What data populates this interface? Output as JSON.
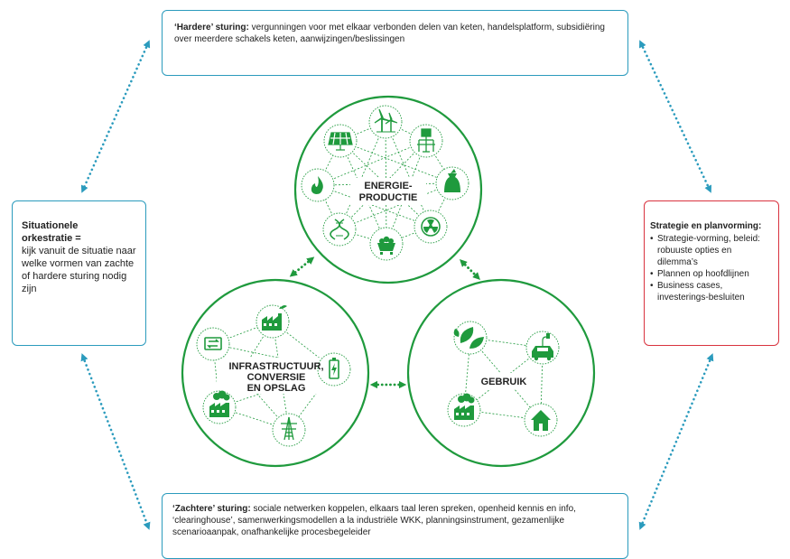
{
  "top_box": {
    "heading": "‘Hardere’ sturing:",
    "text": " vergunningen voor met elkaar verbonden delen van keten, handelsplatform, subsidiëring over meerdere schakels keten, aanwijzingen/beslissingen"
  },
  "bottom_box": {
    "heading": "‘Zachtere’ sturing:",
    "text": " sociale netwerken koppelen, elkaars taal leren spreken, openheid kennis en info, ‘clearinghouse’, samenwerkingsmodellen a la industriële WKK, planningsinstrument, gezamenlijke scenarioaanpak, onafhankelijke procesbegeleider"
  },
  "left_box": {
    "title_line1": "Situationele",
    "title_line2": "orkestratie =",
    "text": "kijk vanuit de situatie naar welke vormen van zachte of hardere sturing nodig zijn"
  },
  "right_box": {
    "title": "Strategie en planvorming:",
    "items": [
      "Strategie-vorming, beleid: robuuste opties en dilemma’s",
      "Plannen op hoofdlijnen",
      "Business cases, investerings-besluiten"
    ]
  },
  "circles": {
    "energy": {
      "label_line1": "ENERGIE-",
      "label_line2": "PRODUCTIE",
      "icons": [
        "wind-turbine-icon",
        "power-pylon-icon",
        "biomass-sack-icon",
        "nuclear-icon",
        "coal-cart-icon",
        "dna-icon",
        "flame-icon",
        "solar-panel-icon"
      ]
    },
    "infra": {
      "label_line1": "INFRASTRUCTUUR,",
      "label_line2": "CONVERSIE",
      "label_line3": "EN OPSLAG",
      "icons": [
        "factory-icon",
        "battery-icon",
        "power-pylon-icon",
        "factory-icon",
        "conversion-icon"
      ]
    },
    "usage": {
      "label": "GEBRUIK",
      "icons": [
        "leaves-icon",
        "electric-car-icon",
        "house-icon",
        "factory-icon"
      ]
    }
  },
  "colors": {
    "green": "#1f9a3d",
    "blue": "#2b9bbd",
    "red": "#d9333f"
  }
}
